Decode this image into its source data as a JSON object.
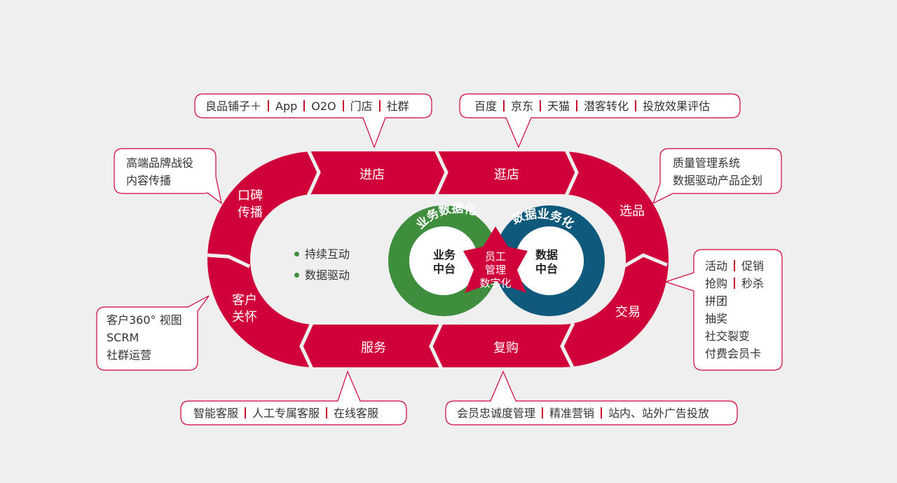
{
  "colors": {
    "ring_red": "#d0003a",
    "green": "#3e8e3e",
    "blue": "#0f5a7c",
    "star_red": "#d0003a",
    "callout_border": "#d0003a",
    "background": "#efefef"
  },
  "segments": {
    "jindian": "进店",
    "guangdian": "逛店",
    "xuanpin": "选品",
    "jiaoyi": "交易",
    "fugou": "复购",
    "fuwu": "服务",
    "kehu_guanhuai": [
      "客户",
      "关怀"
    ],
    "koubei_chuanbo": [
      "口碑",
      "传播"
    ]
  },
  "center": {
    "bullets": [
      "持续互动",
      "数据驱动"
    ],
    "green_ring_label": "业务数据化",
    "blue_ring_label": "数据业务化",
    "green_inner": [
      "业务",
      "中台"
    ],
    "blue_inner": [
      "数据",
      "中台"
    ],
    "star_text": [
      "员工",
      "管理",
      "数字化"
    ]
  },
  "callouts": {
    "top_left": [
      "良品铺子＋",
      "App",
      "O2O",
      "门店",
      "社群"
    ],
    "top_right": [
      "百度",
      "京东",
      "天猫",
      "潜客转化",
      "投放效果评估"
    ],
    "left_upper": [
      "高端品牌战役",
      "内容传播"
    ],
    "right_upper": [
      "质量管理系统",
      "数据驱动产品企划"
    ],
    "left_lower": [
      "客户360° 视图",
      "SCRM",
      "社群运营"
    ],
    "right_lower": [
      [
        "活动",
        "促销"
      ],
      [
        "抢购",
        "秒杀"
      ],
      [
        "拼团"
      ],
      [
        "抽奖"
      ],
      [
        "社交裂变"
      ],
      [
        "付费会员卡"
      ]
    ],
    "bottom_left": [
      "智能客服",
      "人工专属客服",
      "在线客服"
    ],
    "bottom_right": [
      "会员忠诚度管理",
      "精准营销",
      "站内、站外广告投放"
    ]
  }
}
